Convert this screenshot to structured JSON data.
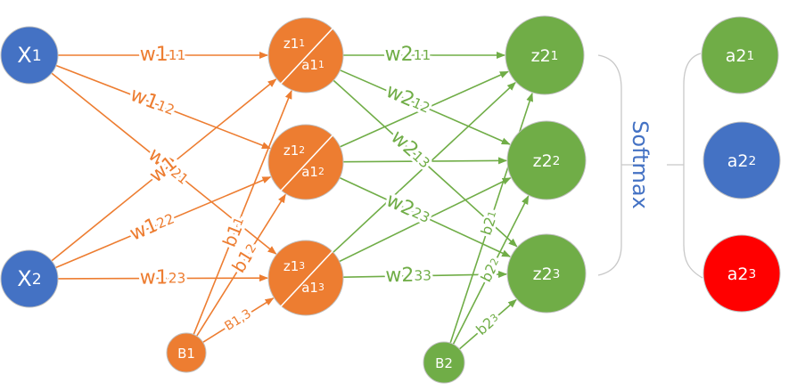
{
  "colors": {
    "input": "#4472C4",
    "hidden": "#ED7D31",
    "output": "#70AD47",
    "softmax_text": "#4472C4",
    "bracket": "#C8C8C8",
    "a21": "#70AD47",
    "a22": "#4472C4",
    "a23": "#FF0000",
    "node_stroke": "#BFBFBF"
  },
  "input_nodes": [
    {
      "id": "x1",
      "main": "X",
      "sub": "1"
    },
    {
      "id": "x2",
      "main": "X",
      "sub": "2"
    }
  ],
  "hidden_nodes": [
    {
      "id": "h1",
      "z_main": "z1",
      "z_sub": "1",
      "a_main": "a1",
      "a_sub": "1"
    },
    {
      "id": "h2",
      "z_main": "z1",
      "z_sub": "2",
      "a_main": "a1",
      "a_sub": "2"
    },
    {
      "id": "h3",
      "z_main": "z1",
      "z_sub": "3",
      "a_main": "a1",
      "a_sub": "3"
    }
  ],
  "bias_nodes": [
    {
      "id": "b1",
      "label": "B1"
    },
    {
      "id": "b2",
      "label": "B2"
    }
  ],
  "output_nodes": [
    {
      "id": "z21",
      "main": "z2",
      "sub": "1"
    },
    {
      "id": "z22",
      "main": "z2",
      "sub": "2"
    },
    {
      "id": "z23",
      "main": "z2",
      "sub": "3"
    }
  ],
  "softmax_nodes": [
    {
      "id": "a21",
      "main": "a2",
      "sub": "1"
    },
    {
      "id": "a22",
      "main": "a2",
      "sub": "2"
    },
    {
      "id": "a23",
      "main": "a2",
      "sub": "3"
    }
  ],
  "softmax_label": "Softmax",
  "layer1_edges": [
    {
      "from": "x1",
      "to": "h1",
      "main": "w1",
      "sub": "11"
    },
    {
      "from": "x1",
      "to": "h2",
      "main": "w1",
      "sub": "12"
    },
    {
      "from": "x1",
      "to": "h3",
      "main": "w1",
      "sub": "21"
    },
    {
      "from": "x2",
      "to": "h1",
      "main": "w1",
      "sub": ""
    },
    {
      "from": "x2",
      "to": "h2",
      "main": "w1",
      "sub": "22"
    },
    {
      "from": "x2",
      "to": "h3",
      "main": "w1",
      "sub": "23"
    }
  ],
  "layer1_bias_edges": [
    {
      "from": "b1",
      "to": "h1",
      "main": "b1",
      "sub": "1"
    },
    {
      "from": "b1",
      "to": "h2",
      "main": "b1",
      "sub": "2"
    },
    {
      "from": "b1",
      "to": "h3",
      "main": "B1,3",
      "sub": ""
    }
  ],
  "layer2_edges": [
    {
      "from": "h1",
      "to": "z21",
      "main": "w2",
      "sub": "11"
    },
    {
      "from": "h1",
      "to": "z22",
      "main": "w2",
      "sub": "12"
    },
    {
      "from": "h1",
      "to": "z23",
      "main": "w2",
      "sub": "13"
    },
    {
      "from": "h2",
      "to": "z21",
      "main": "",
      "sub": ""
    },
    {
      "from": "h2",
      "to": "z22",
      "main": "",
      "sub": ""
    },
    {
      "from": "h2",
      "to": "z23",
      "main": "w2",
      "sub": "23"
    },
    {
      "from": "h3",
      "to": "z21",
      "main": "",
      "sub": ""
    },
    {
      "from": "h3",
      "to": "z22",
      "main": "",
      "sub": ""
    },
    {
      "from": "h3",
      "to": "z23",
      "main": "w2",
      "sub": "33"
    }
  ],
  "layer2_bias_edges": [
    {
      "from": "b2",
      "to": "z21",
      "main": "b2",
      "sub": "1"
    },
    {
      "from": "b2",
      "to": "z22",
      "main": "b2",
      "sub": "2"
    },
    {
      "from": "b2",
      "to": "z23",
      "main": "b2",
      "sub": "3"
    }
  ]
}
